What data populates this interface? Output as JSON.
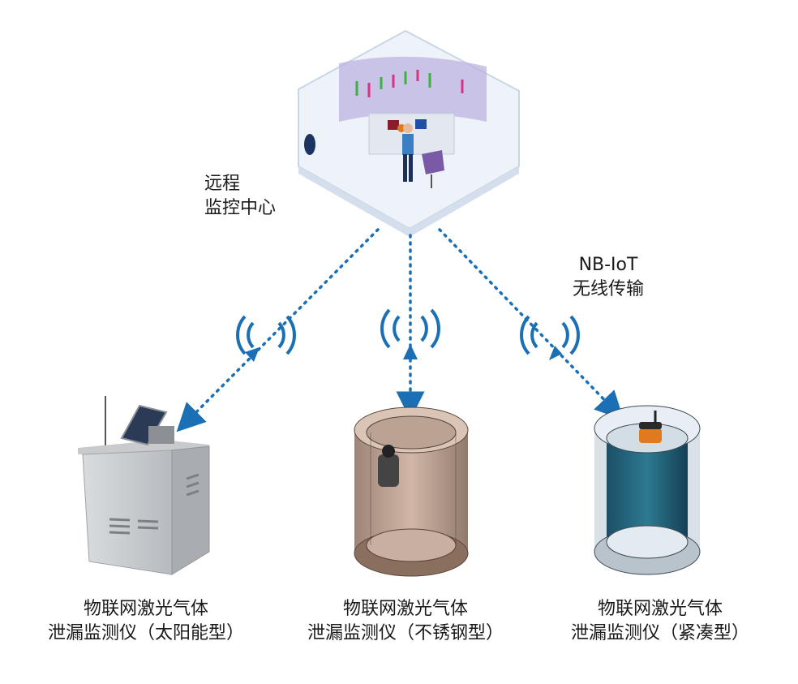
{
  "center": {
    "line1": "远程",
    "line2": "监控中心"
  },
  "transmission": {
    "line1": "NB-IoT",
    "line2": "无线传输"
  },
  "devices": [
    {
      "line1": "物联网激光气体",
      "line2": "泄漏监测仪（太阳能型）"
    },
    {
      "line1": "物联网激光气体",
      "line2": "泄漏监测仪（不锈钢型）"
    },
    {
      "line1": "物联网激光气体",
      "line2": "泄漏监测仪（紧凑型）"
    }
  ],
  "colors": {
    "link": "#1a6fb5",
    "signal": "#1a6fb5"
  }
}
